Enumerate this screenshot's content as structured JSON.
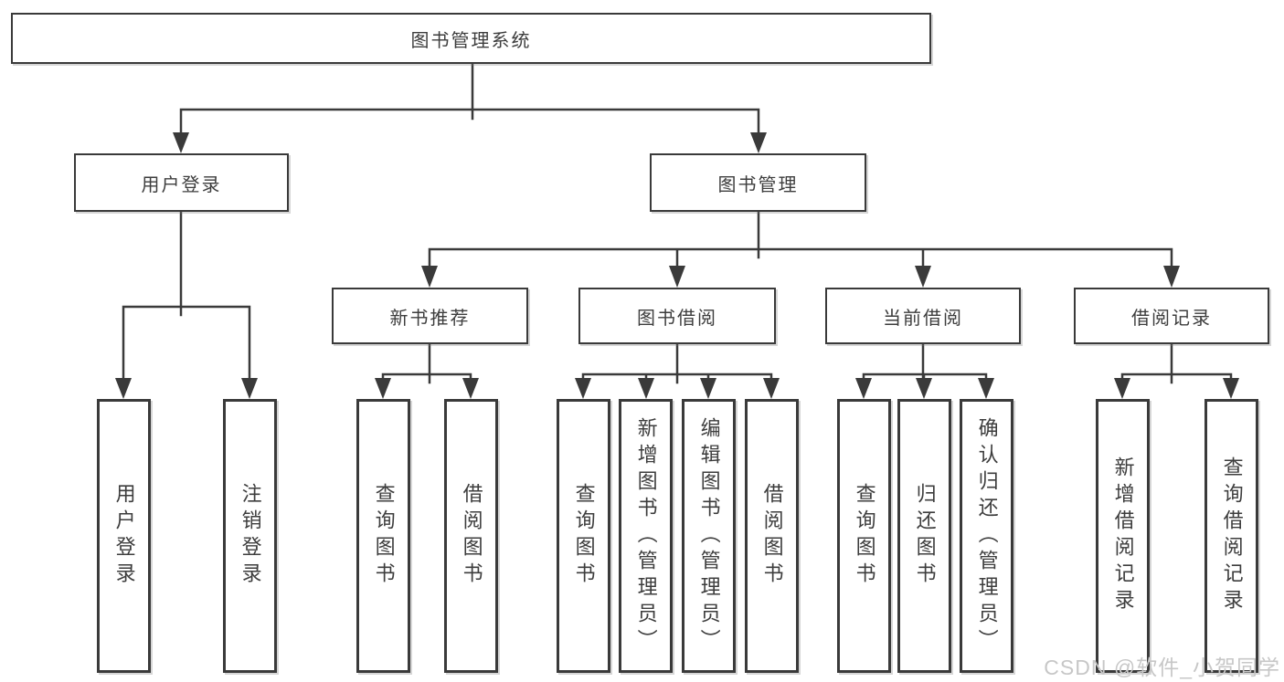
{
  "tree": {
    "label": "图书管理系统",
    "children": [
      {
        "label": "用户登录",
        "children": [
          {
            "label": "用户登录"
          },
          {
            "label": "注销登录"
          }
        ]
      },
      {
        "label": "图书管理",
        "children": [
          {
            "label": "新书推荐",
            "children": [
              {
                "label": "查询图书"
              },
              {
                "label": "借阅图书"
              }
            ]
          },
          {
            "label": "图书借阅",
            "children": [
              {
                "label": "查询图书"
              },
              {
                "label": "新增图书（管理员）"
              },
              {
                "label": "编辑图书（管理员）"
              },
              {
                "label": "借阅图书"
              }
            ]
          },
          {
            "label": "当前借阅",
            "children": [
              {
                "label": "查询图书"
              },
              {
                "label": "归还图书"
              },
              {
                "label": "确认归还（管理员）"
              }
            ]
          },
          {
            "label": "借阅记录",
            "children": [
              {
                "label": "新增借阅记录"
              },
              {
                "label": "查询借阅记录"
              }
            ]
          }
        ]
      }
    ]
  },
  "watermark": {
    "text": "CSDN @软件_小贺同学"
  },
  "colors": {
    "line": "#3a3a3a",
    "box_border": "#3a3a3a",
    "text": "#3d3d3d",
    "watermark": "#c7c7c7",
    "background": "#ffffff"
  }
}
